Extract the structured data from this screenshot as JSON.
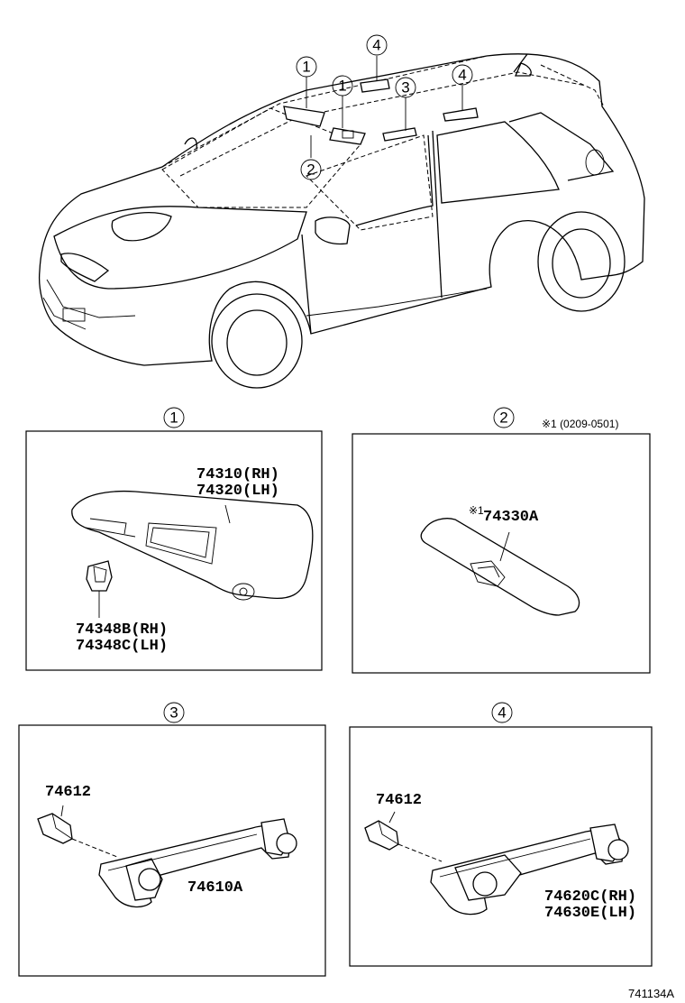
{
  "callout_marks": {
    "c1": "1",
    "c2": "2",
    "c3": "3",
    "c4": "4"
  },
  "panel1": {
    "title": "1",
    "visor_rh": "74310(RH)",
    "visor_lh": "74320(LH)",
    "holder_rh": "74348B(RH)",
    "holder_lh": "74348C(LH)"
  },
  "panel2": {
    "title": "2",
    "note": "※1 (0209-0501)",
    "part_mark": "※1",
    "part": "74330A"
  },
  "panel3": {
    "title": "3",
    "plug": "74612",
    "grip": "74610A"
  },
  "panel4": {
    "title": "4",
    "plug": "74612",
    "grip_rh": "74620C(RH)",
    "grip_lh": "74630E(LH)"
  },
  "footer": {
    "code": "741134A"
  }
}
